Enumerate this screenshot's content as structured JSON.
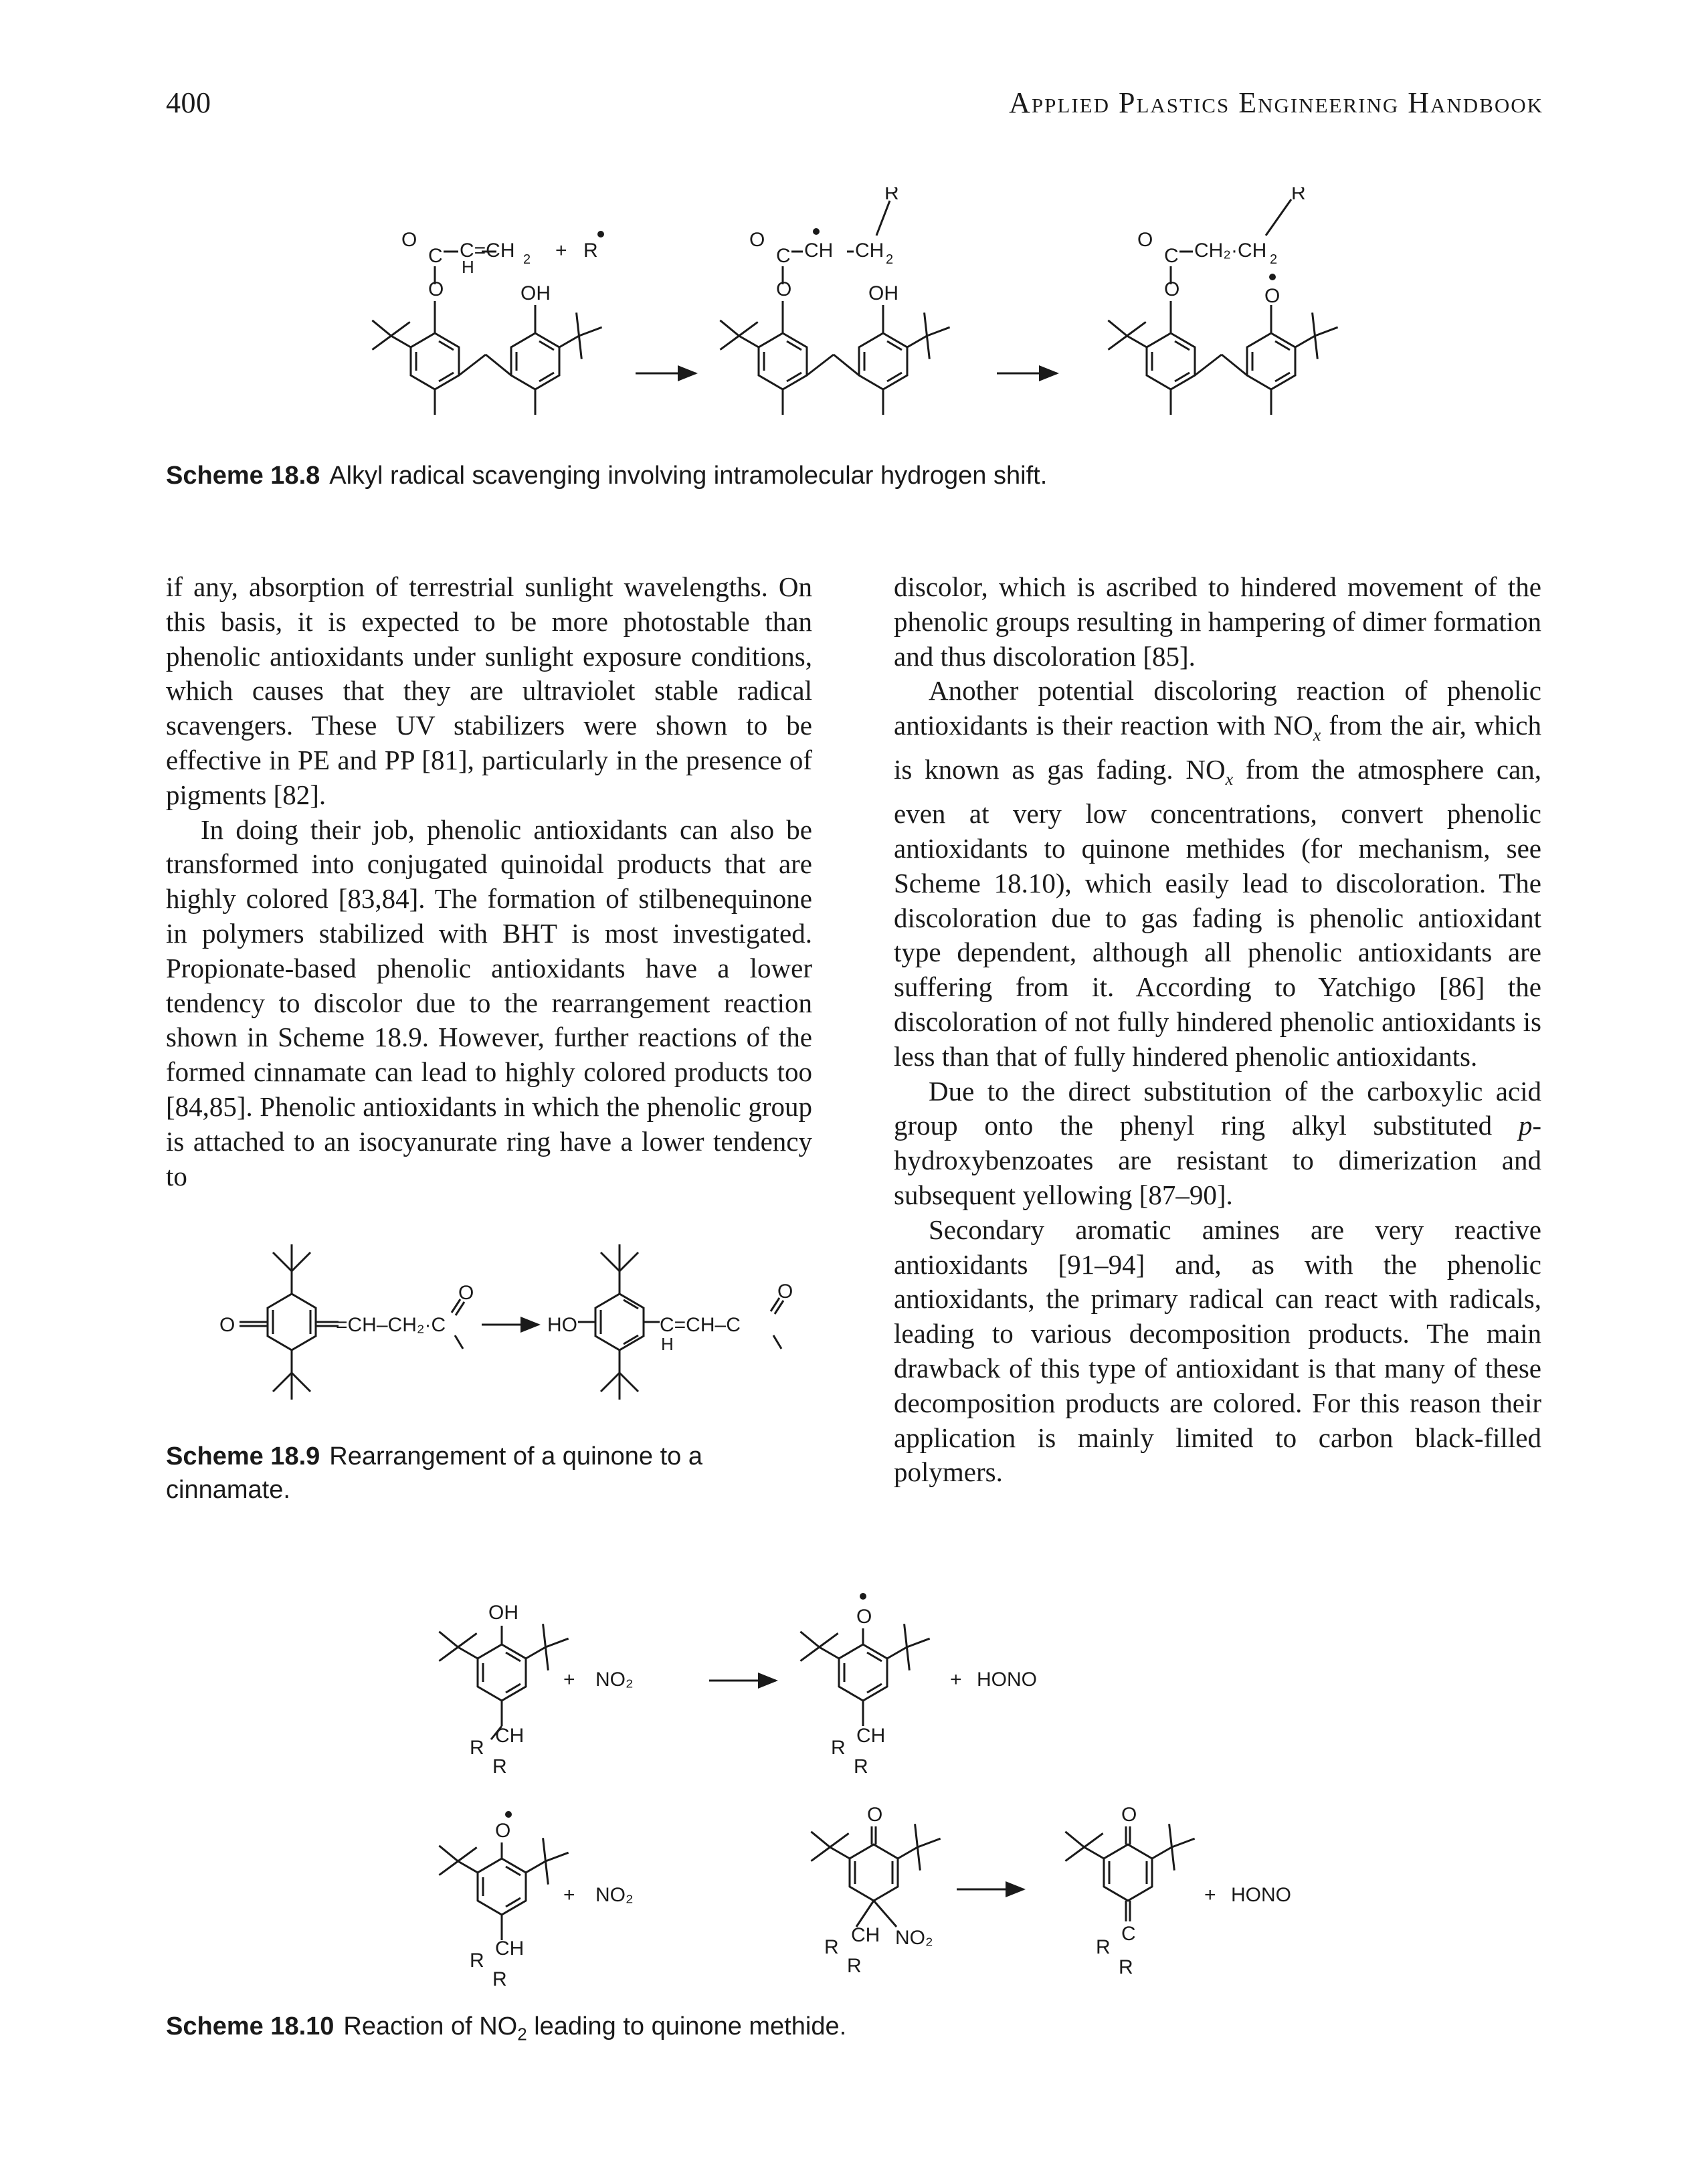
{
  "header": {
    "page_number": "400",
    "book_title": "Applied Plastics Engineering Handbook"
  },
  "scheme_18_8": {
    "caption_label": "Scheme 18.8",
    "caption_text": "Alkyl radical scavenging involving intramolecular hydrogen shift.",
    "labels": {
      "o": "O",
      "c": "C",
      "h": "H",
      "oh": "OH",
      "r": "R",
      "plus": "+",
      "ceqch2": "C=CH",
      "ch": "CH",
      "ch2": "CH",
      "ch2ch2": "CH₂·CH",
      "sub2": "2"
    }
  },
  "left_column": {
    "paragraphs": [
      "if any, absorption of terrestrial sunlight wavelengths. On this basis, it is expected to be more photostable than phenolic antioxidants under sunlight exposure conditions, which causes that they are ultraviolet stable radical scavengers. These UV stabilizers were shown to be effective in PE and PP [81], particularly in the presence of pigments [82].",
      "In doing their job, phenolic antioxidants can also be transformed into conjugated quinoidal products that are highly colored [83,84]. The formation of stilbenequinone in polymers stabilized with BHT is most investigated. Propionate-based phenolic antioxidants have a lower tendency to discolor due to the rearrangement reaction shown in Scheme 18.9. However, further reactions of the formed cinnamate can lead to highly colored products too [84,85]. Phenolic antioxidants in which the phenolic group is attached to an isocyanurate ring have a lower tendency to"
    ]
  },
  "scheme_18_9": {
    "caption_label": "Scheme 18.9",
    "caption_text": "Rearrangement of a quinone to a cinnamate.",
    "labels": {
      "o": "O",
      "ho": "HO",
      "chch2c": "=CH–CH₂·C",
      "cch": "C=CH–C",
      "h": "H"
    }
  },
  "right_column": {
    "p1": "discolor, which is ascribed to hindered movement of the phenolic groups resulting in hampering of dimer formation and thus discoloration [85].",
    "p2_a": "Another potential discoloring reaction of phenolic antioxidants is their reaction with NO",
    "p2_sub1": "x",
    "p2_b": " from the air, which is known as gas fading. NO",
    "p2_sub2": "x",
    "p2_c": " from the atmosphere can, even at very low concentrations, convert phenolic antioxidants to quinone methides (for mechanism, see Scheme 18.10), which easily lead to discoloration. The discoloration due to gas fading is phenolic antioxidant type dependent, although all phenolic antioxidants are suffering from it. According to Yatchigo [86] the discoloration of not fully hindered phenolic antioxidants is less than that of fully hindered phenolic antioxidants.",
    "p3_a": "Due to the direct substitution of the carboxylic acid group onto the phenyl ring alkyl substituted ",
    "p3_em": "p",
    "p3_b": "-hydroxybenzoates are resistant to dimerization and subsequent yellowing [87–90].",
    "p4": "Secondary aromatic amines are very reactive antioxidants [91–94] and, as with the phenolic antioxidants, the primary radical can react with radicals, leading to various decomposition products. The main drawback of this type of antioxidant is that many of these decomposition products are colored. For this reason their application is mainly limited to carbon black-filled polymers."
  },
  "scheme_18_10": {
    "caption_label": "Scheme 18.10",
    "caption_text_a": "Reaction of NO",
    "caption_sub": "2",
    "caption_text_b": " leading to quinone methide.",
    "labels": {
      "oh": "OH",
      "o": "O",
      "ch": "CH",
      "c": "C",
      "r": "R",
      "plus": "+",
      "no2": "NO₂",
      "hono": "HONO"
    }
  }
}
